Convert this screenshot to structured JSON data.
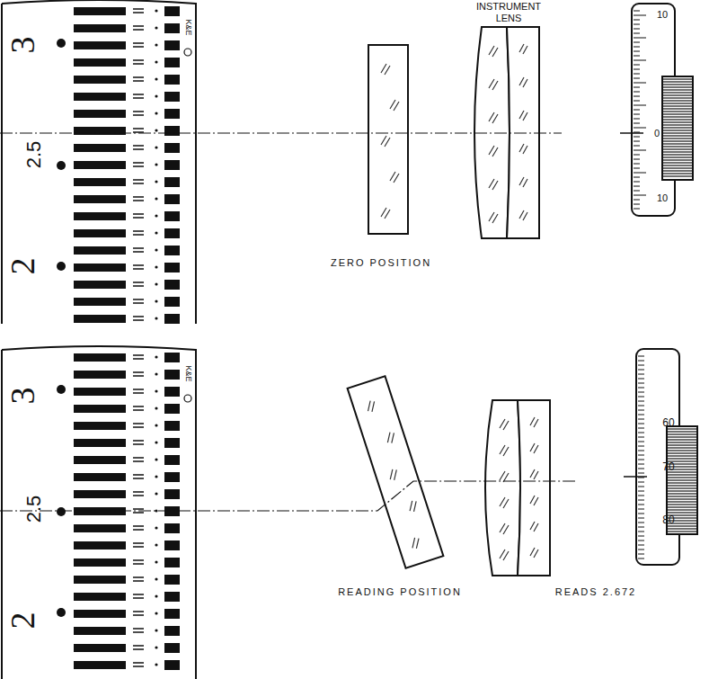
{
  "diagram": {
    "labels": [
      "3",
      "2.5",
      "2",
      "K&E",
      "INSTRUMENT LENS",
      "10",
      "0",
      "10",
      "ZERO POSITION",
      "3",
      "2.5",
      "2",
      "K&E",
      "60",
      "70",
      "80",
      "READING POSITION",
      "READS 2.672"
    ]
  }
}
